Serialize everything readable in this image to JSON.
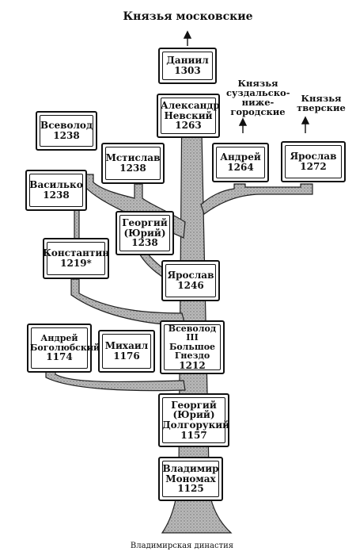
{
  "title": "Князья московские",
  "caption": "Владимирская династия",
  "branch_labels": {
    "suzdal": "Князья суздальско-ниже-городские",
    "tver": "Князья тверские"
  },
  "nodes": {
    "daniil": {
      "name": "Даниил",
      "year": "1303"
    },
    "aleksandr": {
      "name": "Александр Невский",
      "year": "1263"
    },
    "andrey_1264": {
      "name": "Андрей",
      "year": "1264"
    },
    "yaroslav_1272": {
      "name": "Ярослав",
      "year": "1272"
    },
    "vsevolod_1238": {
      "name": "Всеволод",
      "year": "1238"
    },
    "vasilko": {
      "name": "Василько",
      "year": "1238"
    },
    "mstislav": {
      "name": "Мстислав",
      "year": "1238"
    },
    "georgy_1238": {
      "name": "Георгий (Юрий)",
      "year": "1238"
    },
    "konstantin": {
      "name": "Константин",
      "year": "1219*"
    },
    "yaroslav_1246": {
      "name": "Ярослав",
      "year": "1246"
    },
    "andrey_bogolyubsky": {
      "name": "Андрей Боголюбский",
      "year": "1174"
    },
    "mikhail": {
      "name": "Михаил",
      "year": "1176"
    },
    "vsevolod_iii": {
      "name": "Всеволод III Большое Гнездо",
      "year": "1212"
    },
    "yury_dolgoruky": {
      "name": "Георгий (Юрий) Долгорукий",
      "year": "1157"
    },
    "vladimir_monomakh": {
      "name": "Владимир Мономах",
      "year": "1125"
    }
  }
}
